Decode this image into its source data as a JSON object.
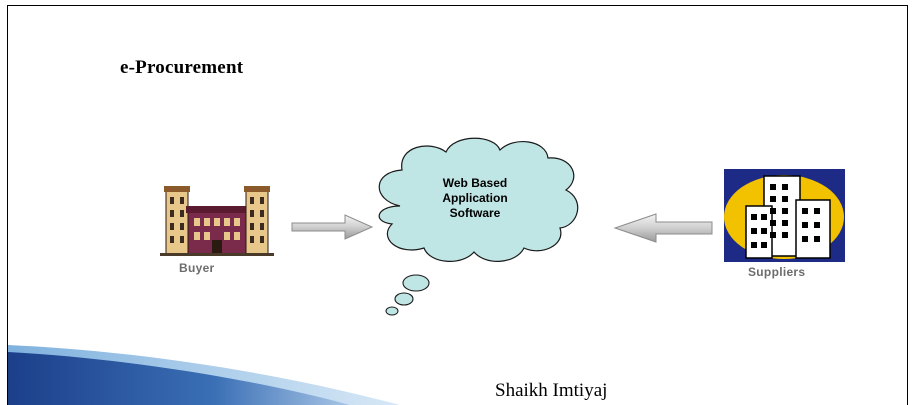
{
  "slide": {
    "title": "e-Procurement",
    "footer_author": "Shaikh Imtiyaj"
  },
  "diagram": {
    "center": {
      "lines": [
        "Web Based",
        "Application",
        "Software"
      ],
      "fill_color": "#bfe5e4"
    },
    "buyer": {
      "label": "Buyer",
      "icon": "building-icon"
    },
    "suppliers": {
      "label": "Suppliers",
      "icon": "office-buildings-icon"
    },
    "arrows": [
      "buyer-to-cloud-arrow",
      "suppliers-to-cloud-arrow"
    ]
  },
  "colors": {
    "label_gray": "#6d6d6d",
    "accent_blue": "#1f3b8f",
    "supplier_bg": "#1d2b87",
    "supplier_sun": "#f2c200"
  }
}
